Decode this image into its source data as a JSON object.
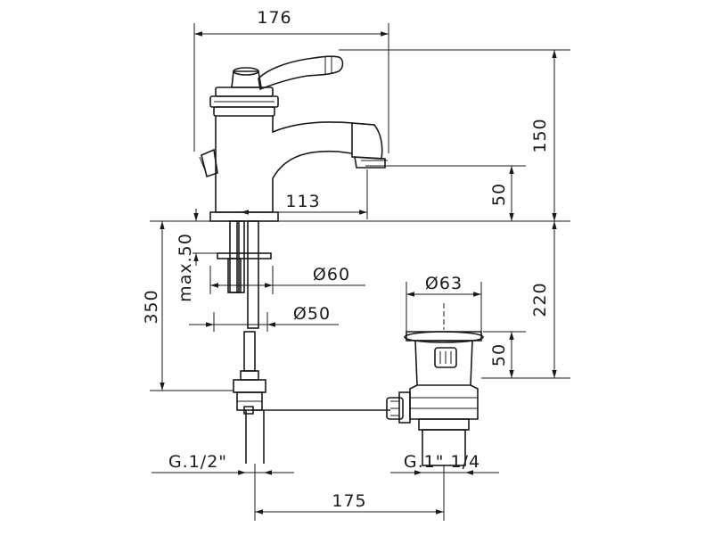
{
  "dimensions": {
    "overall_width": "176",
    "total_height": "150",
    "spout_height": "50",
    "spout_reach": "113",
    "max_thickness": "max.50",
    "hole_diameter_60": "Ø60",
    "hole_diameter_50": "Ø50",
    "drain_diameter": "Ø63",
    "supply_length": "350",
    "drain_height": "220",
    "drain_lower": "50",
    "supply_thread": "G.1/2\"",
    "drain_thread": "G.1\" 1/4",
    "drain_distance": "175"
  }
}
